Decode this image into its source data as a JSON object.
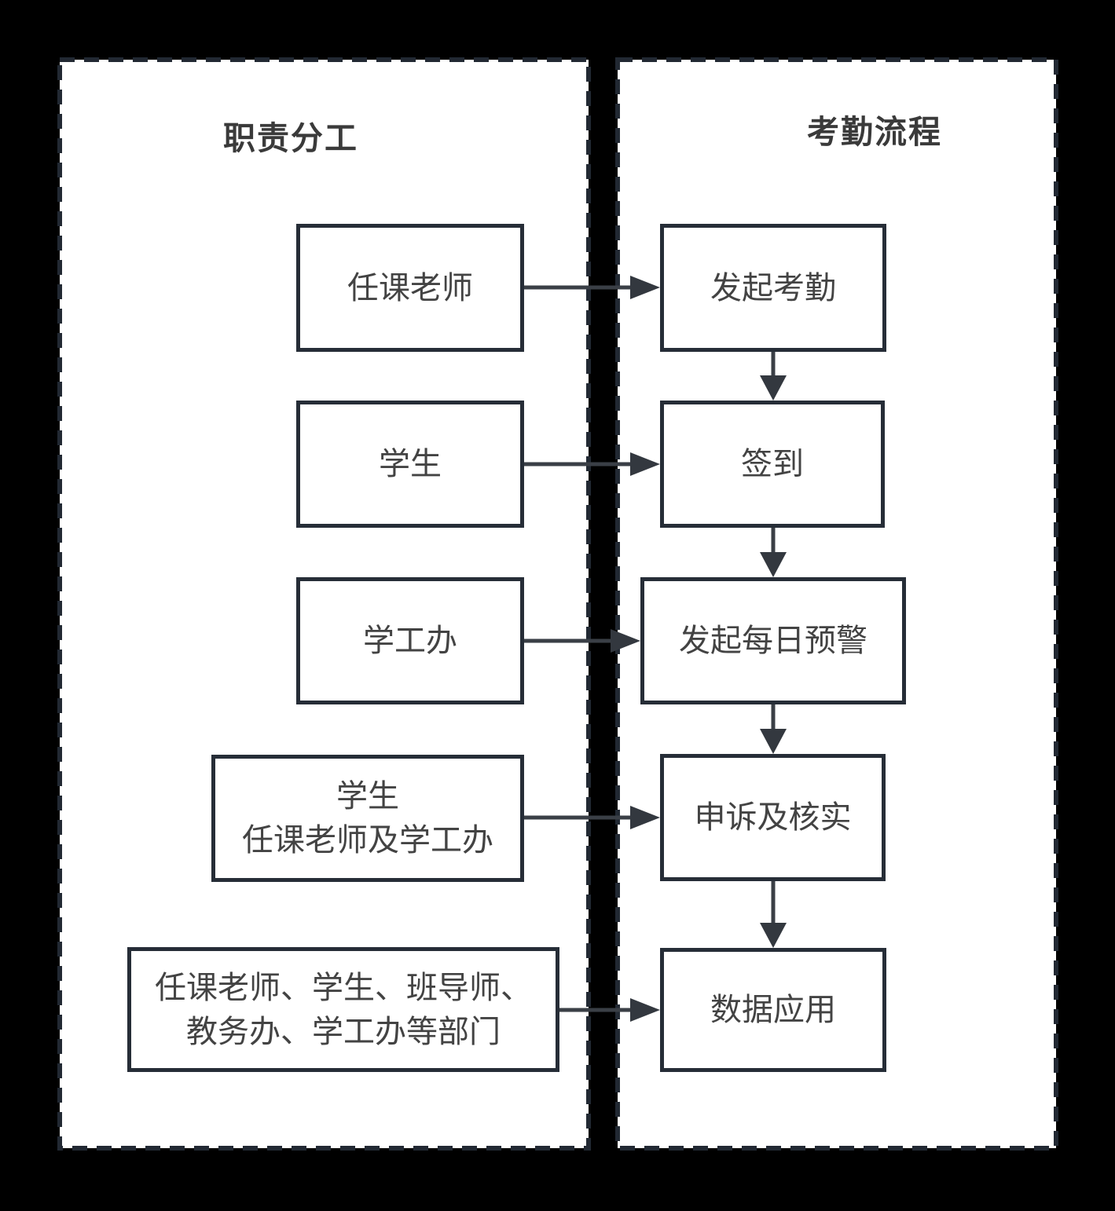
{
  "lanes": {
    "left": {
      "title": "职责分工"
    },
    "right": {
      "title": "考勤流程"
    }
  },
  "flow": {
    "rows": [
      {
        "actor": "任课老师",
        "step": "发起考勤"
      },
      {
        "actor": "学生",
        "step": "签到"
      },
      {
        "actor": "学工办",
        "step": "发起每日预警"
      },
      {
        "actor": "学生\n任课老师及学工办",
        "step": "申诉及核实"
      },
      {
        "actor": "任课老师、学生、班导师、\n教务办、学工办等部门",
        "step": "数据应用"
      }
    ]
  },
  "colors": {
    "background": "#000000",
    "lane_fill": "#ffffff",
    "lane_border": "#222933",
    "node_border": "#262d37",
    "connector": "#3a3f46",
    "text": "#434343",
    "title_text": "#3a3a3a"
  }
}
